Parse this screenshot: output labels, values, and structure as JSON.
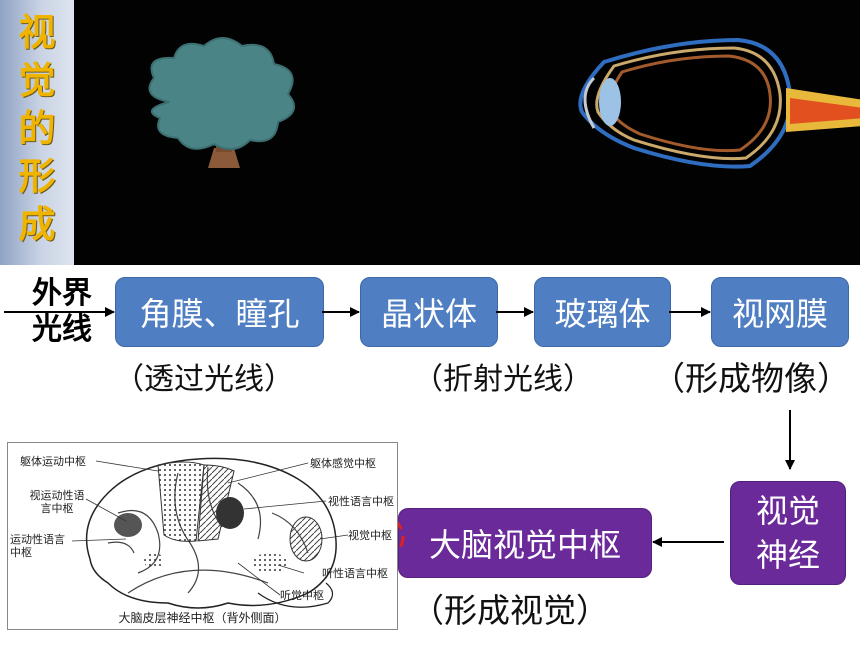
{
  "title_chars": [
    "视",
    "觉",
    "的",
    "形",
    "成"
  ],
  "input_label": "外界光线",
  "flow": {
    "cornea_pupil": "角膜、瞳孔",
    "lens": "晶状体",
    "vitreous": "玻璃体",
    "retina": "视网膜",
    "optic_nerve": "视觉神经",
    "visual_center": "大脑视觉中枢"
  },
  "notes": {
    "transmit_light": "（透过光线）",
    "refract_light": "（折射光线）",
    "form_image": "（形成物像）",
    "form_vision": "（形成视觉）"
  },
  "brain": {
    "caption": "大脑皮层神经中枢（背外侧面）",
    "labels": {
      "somatic_motor": "躯体运动中枢",
      "visual_motor_language": "视运动性语言中枢",
      "motor_language": "运动性语言中枢",
      "somatic_sensory": "躯体感觉中枢",
      "visual_language": "视性语言中枢",
      "visual_center": "视觉中枢",
      "auditory_language": "听性语言中枢",
      "auditory_center": "听觉中枢"
    }
  },
  "colors": {
    "title_text": "#f0b400",
    "flow_box": "#4f7ec2",
    "nerve_box": "#6a2a99",
    "highlight": "#e02020",
    "tree_canopy": "#4a8486"
  }
}
